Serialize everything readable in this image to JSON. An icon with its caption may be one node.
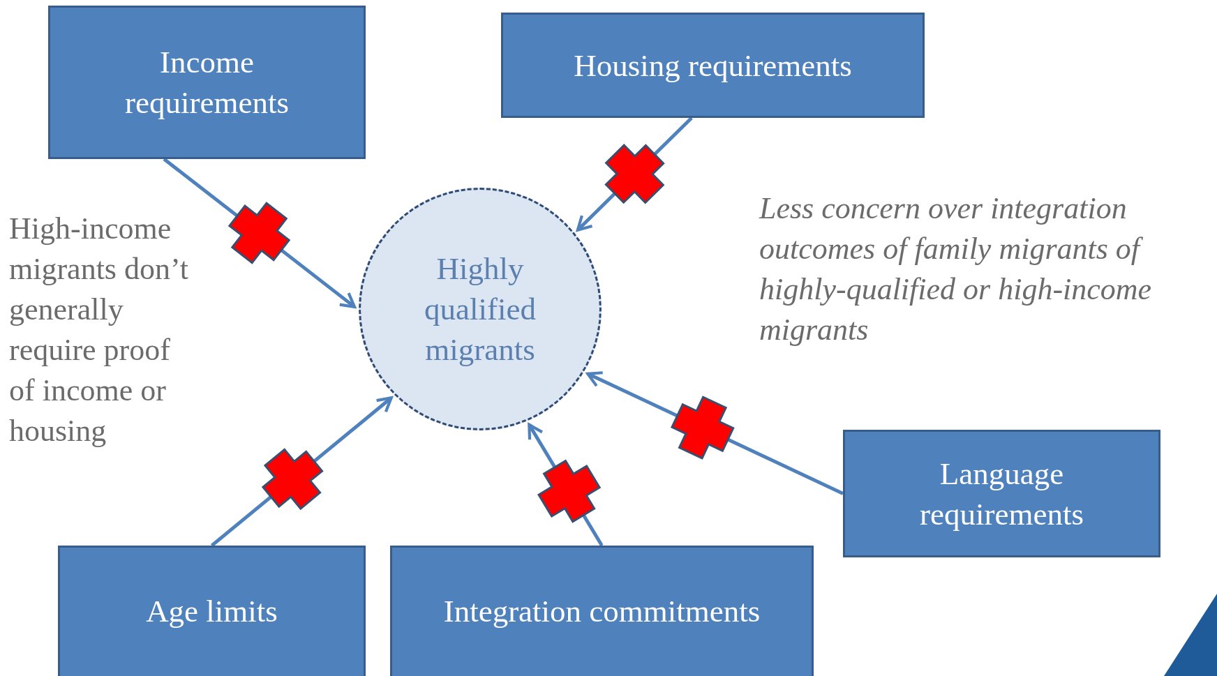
{
  "diagram": {
    "nodes": [
      {
        "text": [
          "Income requirements"
        ]
      },
      {
        "text": [
          "Housing requirements"
        ]
      },
      {
        "text": [
          "Highly qualified migrants"
        ]
      },
      {
        "text": [
          "Language requirements"
        ]
      },
      {
        "text": [
          "Age limits"
        ]
      },
      {
        "text": [
          "Integration commitments"
        ]
      }
    ],
    "edges": [
      {
        "from": 0,
        "to": 2,
        "arrow": "to"
      },
      {
        "from": 1,
        "to": 2,
        "arrow": "to"
      },
      {
        "from": 4,
        "to": 2,
        "arrow": "to"
      },
      {
        "from": 5,
        "to": 2,
        "arrow": "to"
      },
      {
        "from": 3,
        "to": 2,
        "arrow": "to"
      }
    ],
    "labels": [
      "High-income migrants don’t generally require proof of income or housing",
      "Less concern over integration outcomes of family migrants of highly-qualified or high-income migrants"
    ]
  }
}
